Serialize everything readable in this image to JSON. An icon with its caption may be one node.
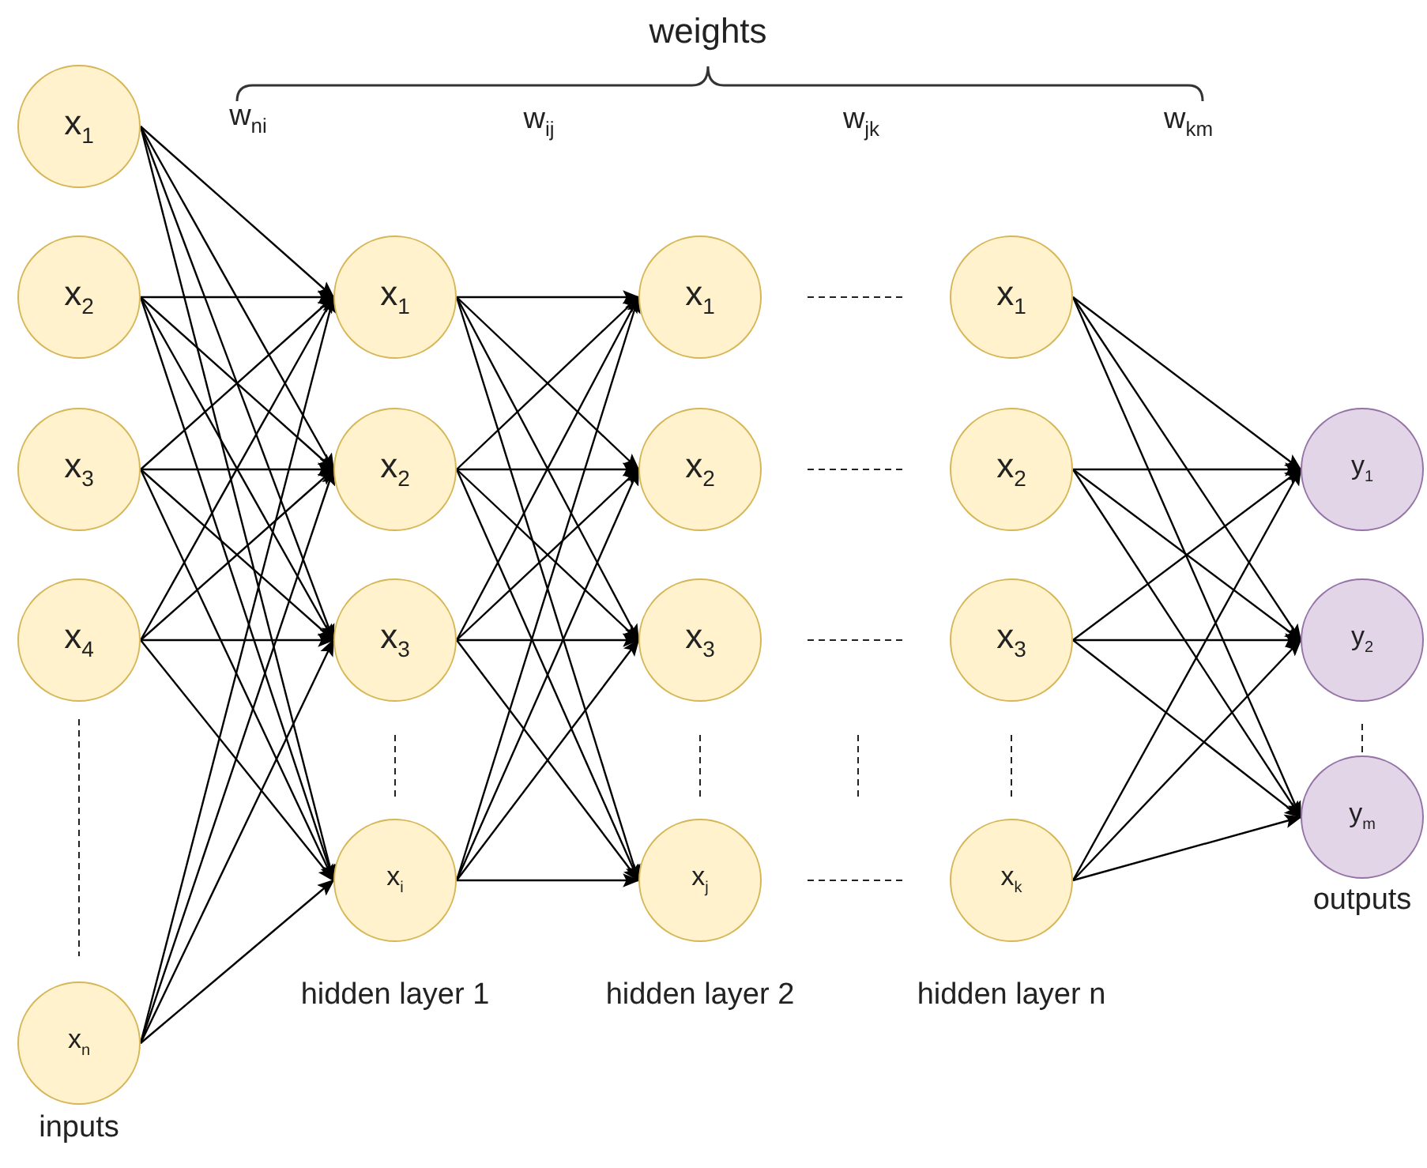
{
  "diagram": {
    "nodes": [
      {
        "text": [
          "x$_{1}$"
        ]
      },
      {
        "text": [
          "x$_{2}$"
        ]
      },
      {
        "text": [
          "x$_{3}$"
        ]
      },
      {
        "text": [
          "x$_{4}$"
        ]
      },
      {
        "text": [
          "x$_{n}$"
        ],
        "beside": [
          "inputs"
        ]
      },
      {
        "text": [
          "x$_{1}$"
        ]
      },
      {
        "text": [
          "x$_{2}$"
        ]
      },
      {
        "text": [
          "x$_{3}$"
        ]
      },
      {
        "text": [
          "x$_{i}$"
        ],
        "beside": [
          "hidden layer 1"
        ]
      },
      {
        "text": [
          "x$_{1}$"
        ]
      },
      {
        "text": [
          "x$_{2}$"
        ]
      },
      {
        "text": [
          "x$_{3}$"
        ]
      },
      {
        "text": [
          "x$_{j}$"
        ],
        "beside": [
          "hidden layer 2"
        ]
      },
      {
        "text": [
          "x$_{1}$"
        ]
      },
      {
        "text": [
          "x$_{2}$"
        ]
      },
      {
        "text": [
          "x$_{3}$"
        ]
      },
      {
        "text": [
          "x$_{k}$"
        ],
        "beside": [
          "hidden layer n"
        ]
      },
      {
        "text": [
          "y$_{1}$"
        ]
      },
      {
        "text": [
          "y$_{2}$"
        ]
      },
      {
        "text": [
          "y$_{m}$"
        ],
        "beside": [
          "outputs"
        ]
      }
    ],
    "edges": [
      {
        "from": 0,
        "to": 5,
        "arrow": "to"
      },
      {
        "from": 0,
        "to": 6,
        "arrow": "to"
      },
      {
        "from": 0,
        "to": 7,
        "arrow": "to"
      },
      {
        "from": 0,
        "to": 8,
        "arrow": "to"
      },
      {
        "from": 1,
        "to": 5,
        "arrow": "to"
      },
      {
        "from": 1,
        "to": 6,
        "arrow": "to"
      },
      {
        "from": 1,
        "to": 7,
        "arrow": "to"
      },
      {
        "from": 1,
        "to": 8,
        "arrow": "to"
      },
      {
        "from": 2,
        "to": 5,
        "arrow": "to"
      },
      {
        "from": 2,
        "to": 6,
        "arrow": "to"
      },
      {
        "from": 2,
        "to": 7,
        "arrow": "to"
      },
      {
        "from": 2,
        "to": 8,
        "arrow": "to"
      },
      {
        "from": 3,
        "to": 5,
        "arrow": "to"
      },
      {
        "from": 3,
        "to": 6,
        "arrow": "to"
      },
      {
        "from": 3,
        "to": 7,
        "arrow": "to"
      },
      {
        "from": 3,
        "to": 8,
        "arrow": "to"
      },
      {
        "from": 4,
        "to": 5,
        "arrow": "to"
      },
      {
        "from": 4,
        "to": 6,
        "arrow": "to"
      },
      {
        "from": 4,
        "to": 7,
        "arrow": "to"
      },
      {
        "from": 4,
        "to": 8,
        "arrow": "to"
      },
      {
        "from": 5,
        "to": 9,
        "arrow": "to"
      },
      {
        "from": 5,
        "to": 10,
        "arrow": "to"
      },
      {
        "from": 5,
        "to": 11,
        "arrow": "to"
      },
      {
        "from": 5,
        "to": 12,
        "arrow": "to"
      },
      {
        "from": 6,
        "to": 9,
        "arrow": "to"
      },
      {
        "from": 6,
        "to": 10,
        "arrow": "to"
      },
      {
        "from": 6,
        "to": 11,
        "arrow": "to"
      },
      {
        "from": 6,
        "to": 12,
        "arrow": "to"
      },
      {
        "from": 7,
        "to": 9,
        "arrow": "to"
      },
      {
        "from": 7,
        "to": 10,
        "arrow": "to"
      },
      {
        "from": 7,
        "to": 11,
        "arrow": "to"
      },
      {
        "from": 7,
        "to": 12,
        "arrow": "to"
      },
      {
        "from": 8,
        "to": 9,
        "arrow": "to"
      },
      {
        "from": 8,
        "to": 10,
        "arrow": "to"
      },
      {
        "from": 8,
        "to": 11,
        "arrow": "to"
      },
      {
        "from": 8,
        "to": 12,
        "arrow": "to"
      },
      {
        "from": 13,
        "to": 17,
        "arrow": "to"
      },
      {
        "from": 13,
        "to": 18,
        "arrow": "to"
      },
      {
        "from": 13,
        "to": 19,
        "arrow": "to"
      },
      {
        "from": 14,
        "to": 17,
        "arrow": "to"
      },
      {
        "from": 14,
        "to": 18,
        "arrow": "to"
      },
      {
        "from": 14,
        "to": 19,
        "arrow": "to"
      },
      {
        "from": 15,
        "to": 17,
        "arrow": "to"
      },
      {
        "from": 15,
        "to": 18,
        "arrow": "to"
      },
      {
        "from": 15,
        "to": 19,
        "arrow": "to"
      },
      {
        "from": 16,
        "to": 17,
        "arrow": "to"
      },
      {
        "from": 16,
        "to": 18,
        "arrow": "to"
      },
      {
        "from": 16,
        "to": 19,
        "arrow": "to"
      }
    ],
    "labels": [
      "weights",
      "w$_{ni}$",
      "w$_{ij}$",
      "w$_{jk}$",
      "w$_{km}$"
    ]
  }
}
